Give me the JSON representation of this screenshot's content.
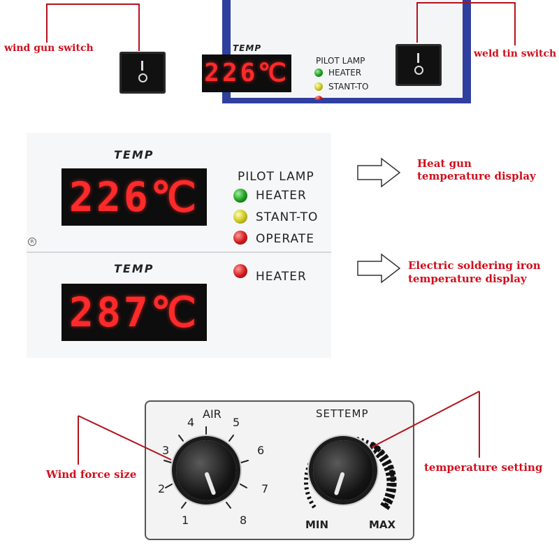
{
  "top_panel": {
    "temp_label": "TEMP",
    "display_value": "226℃",
    "pilot_title": "PILOT LAMP",
    "lamps": [
      "HEATER",
      "STANT-TO"
    ]
  },
  "callouts": {
    "wind_gun_switch": "wind gun switch",
    "weld_tin_switch": "weld tin switch",
    "heat_gun_display_1": "Heat gun",
    "heat_gun_display_2": "temperature display",
    "iron_display_1": "Electric soldering iron",
    "iron_display_2": "temperature display",
    "wind_force": "Wind force size",
    "temp_setting": "temperature setting"
  },
  "mid_panel": {
    "upper": {
      "temp_label": "TEMP",
      "display_value": "226℃",
      "pilot_title": "PILOT LAMP",
      "lamps": [
        "HEATER",
        "STANT-TO",
        "OPERATE"
      ],
      "reg_mark": "R"
    },
    "lower": {
      "temp_label": "TEMP",
      "display_value": "287℃",
      "lamp": "HEATER"
    }
  },
  "knob_panel": {
    "air_label": "AIR",
    "air_scale": [
      "1",
      "2",
      "3",
      "4",
      "5",
      "6",
      "7",
      "8"
    ],
    "settemp_label": "SETTEMP",
    "min_label": "MIN",
    "max_label": "MAX"
  },
  "colors": {
    "callout_red": "#d0101e",
    "panel_blue": "#2f3f9e",
    "led_red": "#ff2a2a"
  }
}
